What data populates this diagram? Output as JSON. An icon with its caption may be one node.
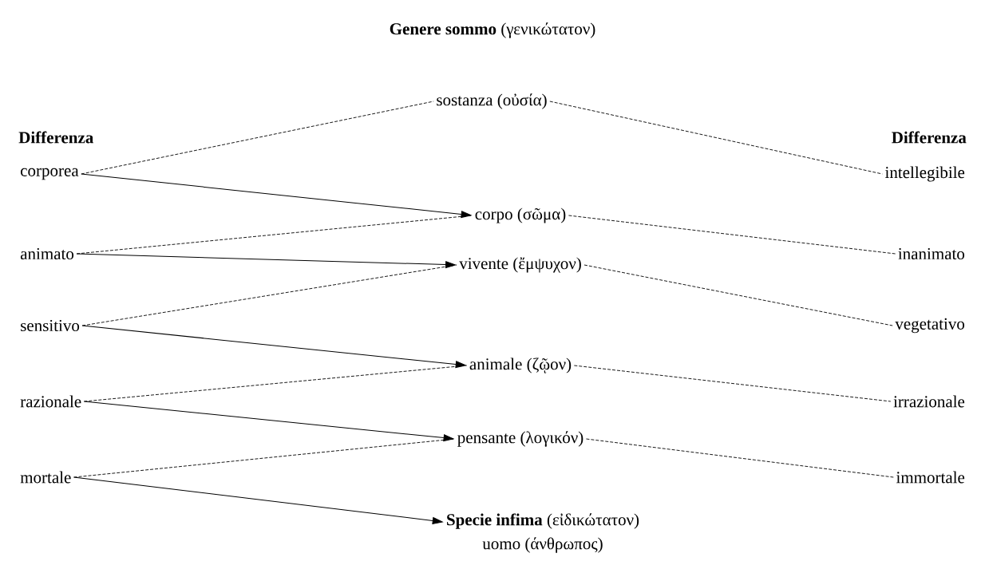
{
  "diagram": {
    "title": "**Genere sommo** (γενικώτατον)",
    "nodes": [
      {
        "text": [
          "sostanza (οὐσία)"
        ]
      },
      {
        "text": [
          "corporea"
        ]
      },
      {
        "text": [
          "intellegibile"
        ]
      },
      {
        "text": [
          "corpo (σῶμα)"
        ]
      },
      {
        "text": [
          "animato"
        ]
      },
      {
        "text": [
          "inanimato"
        ]
      },
      {
        "text": [
          "vivente (ἔμψυχον)"
        ]
      },
      {
        "text": [
          "sensitivo"
        ]
      },
      {
        "text": [
          "vegetativo"
        ]
      },
      {
        "text": [
          "animale (ζῷον)"
        ]
      },
      {
        "text": [
          "razionale"
        ]
      },
      {
        "text": [
          "irrazionale"
        ]
      },
      {
        "text": [
          "pensante (λογικόν)"
        ]
      },
      {
        "text": [
          "mortale"
        ]
      },
      {
        "text": [
          "immortale"
        ]
      },
      {
        "text": [
          "**Specie infima** (εἰδικώτατον)",
          "uomo (άνθρωπος)"
        ]
      }
    ],
    "edges": [
      {
        "from": 1,
        "to": 0,
        "arrow": "none",
        "style": "dashed"
      },
      {
        "from": 0,
        "to": 2,
        "arrow": "none",
        "style": "dashed"
      },
      {
        "from": 1,
        "to": 3,
        "arrow": "to"
      },
      {
        "from": 4,
        "to": 3,
        "arrow": "none",
        "style": "dashed"
      },
      {
        "from": 3,
        "to": 5,
        "arrow": "none",
        "style": "dashed"
      },
      {
        "from": 4,
        "to": 6,
        "arrow": "to"
      },
      {
        "from": 7,
        "to": 6,
        "arrow": "none",
        "style": "dashed"
      },
      {
        "from": 6,
        "to": 8,
        "arrow": "none",
        "style": "dashed"
      },
      {
        "from": 7,
        "to": 9,
        "arrow": "to"
      },
      {
        "from": 10,
        "to": 9,
        "arrow": "none",
        "style": "dashed"
      },
      {
        "from": 9,
        "to": 11,
        "arrow": "none",
        "style": "dashed"
      },
      {
        "from": 10,
        "to": 12,
        "arrow": "to"
      },
      {
        "from": 13,
        "to": 12,
        "arrow": "none",
        "style": "dashed"
      },
      {
        "from": 12,
        "to": 14,
        "arrow": "none",
        "style": "dashed"
      },
      {
        "from": 13,
        "to": 15,
        "arrow": "to"
      }
    ],
    "labels": [
      "Differenza",
      "Differenza"
    ]
  }
}
